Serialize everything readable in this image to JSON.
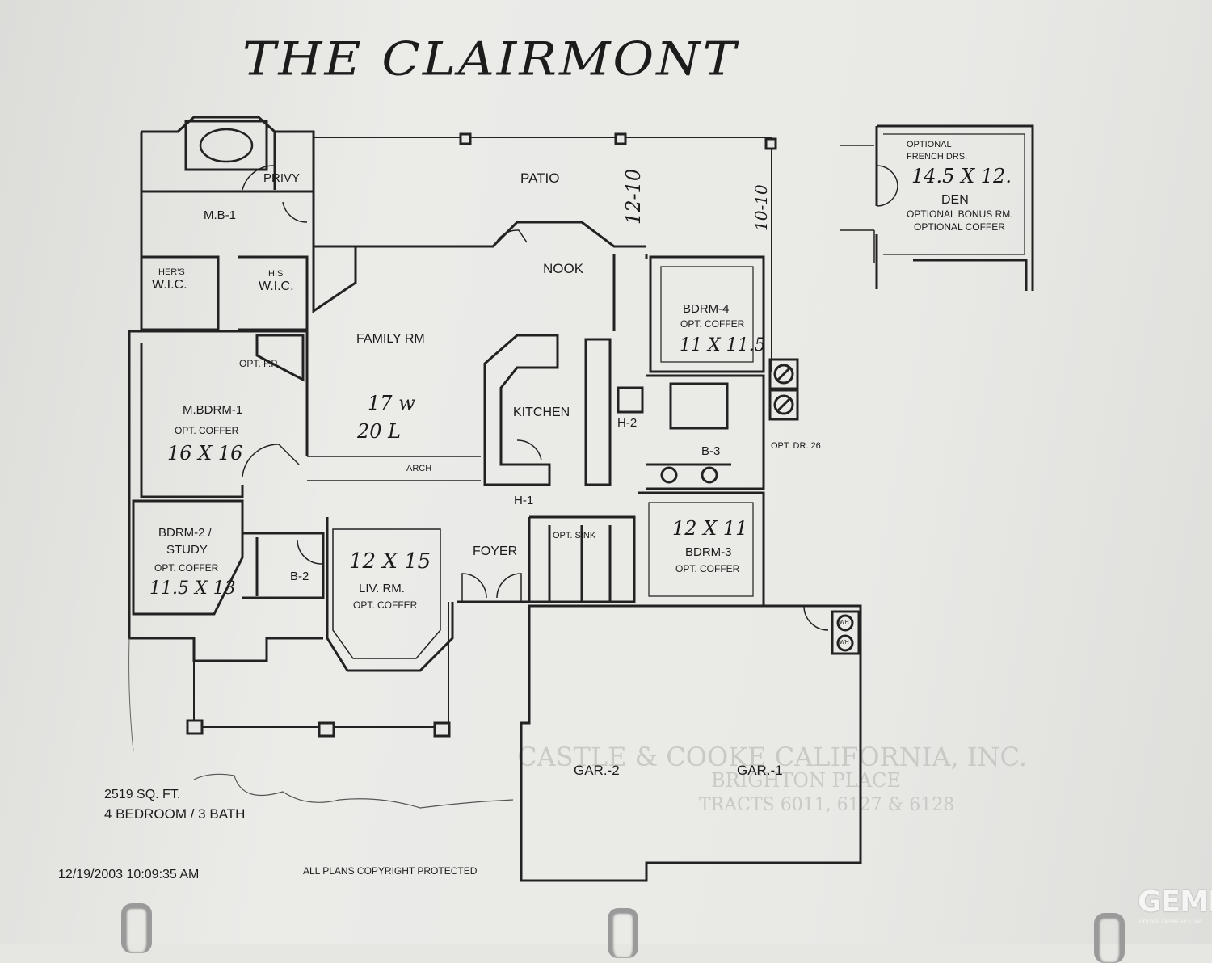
{
  "title": "THE CLAIRMONT",
  "rooms": {
    "patio": "PATIO",
    "privy": "PRIVY",
    "mb1": "M.B-1",
    "hers_wic_top": "HER'S",
    "hers_wic": "W.I.C.",
    "his_wic_top": "HIS",
    "his_wic": "W.I.C.",
    "nook": "NOOK",
    "family": "FAMILY RM",
    "opt_fp": "OPT. F.P.",
    "mbdrm": "M.BDRM-1",
    "mbdrm_opt": "OPT. COFFER",
    "kitchen": "KITCHEN",
    "h2": "H-2",
    "bdrm4": "BDRM-4",
    "bdrm4_opt": "OPT. COFFER",
    "b3": "B-3",
    "opt_dr": "OPT. DR. 26",
    "arch": "ARCH",
    "h1": "H-1",
    "bdrm2_a": "BDRM-2 /",
    "bdrm2_b": "STUDY",
    "bdrm2_opt": "OPT. COFFER",
    "b2": "B-2",
    "liv": "LIV. RM.",
    "liv_opt": "OPT. COFFER",
    "foyer": "FOYER",
    "opt_sink": "OPT. SINK",
    "bdrm3": "BDRM-3",
    "bdrm3_opt": "OPT. COFFER",
    "wh": "WH",
    "gar2": "GAR.-2",
    "gar1": "GAR.-1"
  },
  "handwritten": {
    "patio_dim1": "12-10",
    "patio_dim2": "10-10",
    "family_w": "17 w",
    "family_l": "20 L",
    "mbdrm_dim": "16 X 16",
    "bdrm4_dim": "11 X 11.5",
    "bdrm2_dim": "11.5 X 13",
    "liv_dim": "12 X 15",
    "bdrm3_dim": "12 X 11",
    "den_dim": "14.5 X 12."
  },
  "den_inset": {
    "line1": "OPTIONAL",
    "line2": "FRENCH DRS.",
    "name": "DEN",
    "line3": "OPTIONAL BONUS RM.",
    "line4": "OPTIONAL COFFER"
  },
  "footer": {
    "sqft": "2519 SQ. FT.",
    "beds": "4 BEDROOM / 3 BATH",
    "date": "12/19/2003 10:09:35 AM",
    "copyright": "ALL PLANS COPYRIGHT PROTECTED"
  },
  "watermark": {
    "line1": "CASTLE & COOKE CALIFORNIA, INC.",
    "line2": "BRIGHTON PLACE",
    "line3": "TRACTS 6011, 6127 & 6128"
  },
  "logo": "GEMLS",
  "logo_sub": "GOLDEN EMPIRE MLS, INC."
}
